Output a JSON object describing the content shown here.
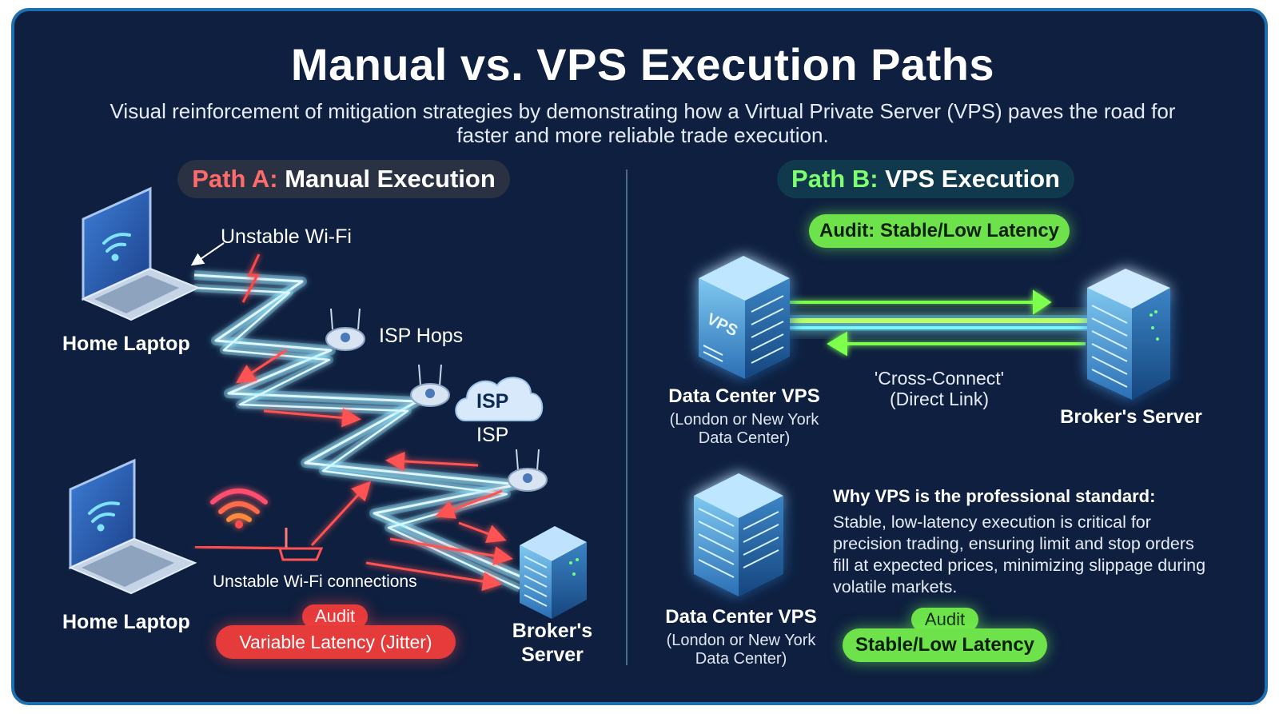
{
  "title": "Manual vs. VPS Execution Paths",
  "subtitle": "Visual reinforcement of mitigation strategies by demonstrating how a Virtual Private Server (VPS) paves the road for faster and more reliable trade execution.",
  "path_a": {
    "prefix": "Path A:",
    "label": "Manual Execution",
    "home_laptop_top": "Home Laptop",
    "home_laptop_bottom": "Home Laptop",
    "unstable_wifi": "Unstable Wi-Fi",
    "isp_hops": "ISP Hops",
    "isp_cloud": "ISP",
    "isp_label": "ISP",
    "unstable_connections": "Unstable Wi-Fi connections",
    "audit_label": "Audit",
    "audit_value": "Variable Latency (Jitter)",
    "broker_server": "Broker's\nServer"
  },
  "path_b": {
    "prefix": "Path B:",
    "label": "VPS Execution",
    "audit_top": "Audit: Stable/Low Latency",
    "vps_text": "VPS",
    "dc_vps_1": "Data Center VPS",
    "dc_vps_1_sub": "(London or New York\nData Center)",
    "cross_connect": "'Cross-Connect'\n(Direct Link)",
    "broker_server": "Broker's Server",
    "dc_vps_2": "Data Center VPS",
    "dc_vps_2_sub": "(London or New York\nData Center)",
    "why_title": "Why VPS is the professional standard:",
    "why_body": "Stable, low-latency execution is critical for precision trading, ensuring limit and stop orders fill at expected prices, minimizing slippage during volatile markets.",
    "audit_bottom_label": "Audit",
    "audit_bottom_value": "Stable/Low Latency"
  },
  "colors": {
    "background": "#0e1f3f",
    "accent_red": "#ff6a6a",
    "accent_green": "#7dff6e",
    "cable_blue": "#7fe3ff"
  }
}
